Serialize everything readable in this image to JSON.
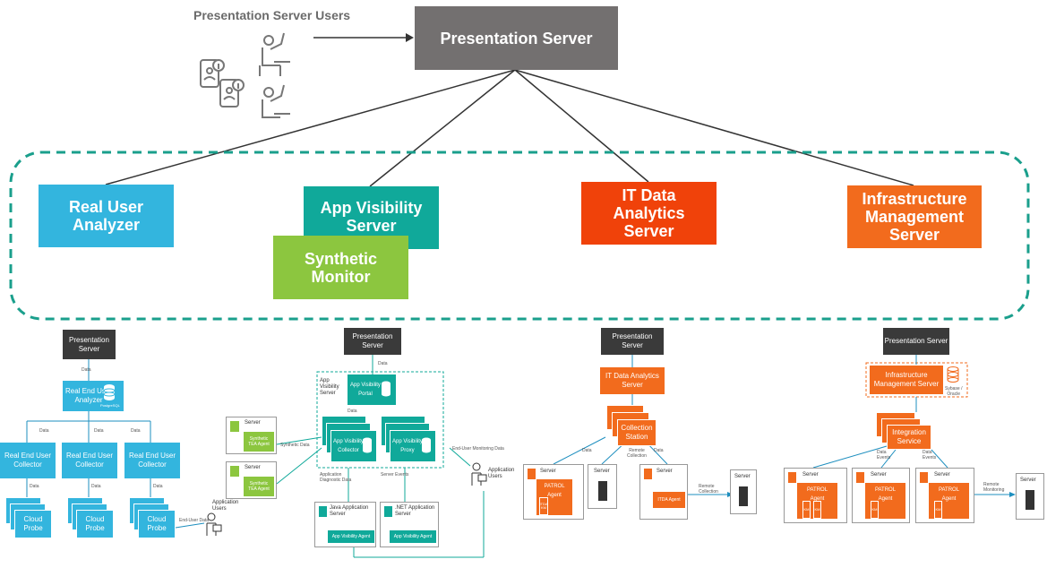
{
  "top": {
    "users_label": "Presentation Server Users",
    "presentation_server": "Presentation Server",
    "real_user_analyzer": "Real User\nAnalyzer",
    "app_visibility_server": "App Visibility\nServer",
    "synthetic_monitor": "Synthetic\nMonitor",
    "it_data_analytics_server": "IT Data\nAnalytics\nServer",
    "infrastructure_management_server": "Infrastructure\nManagement\nServer"
  },
  "colors": {
    "dark": "#3a3a3a",
    "gray": "#737070",
    "blue": "#33b5de",
    "teal": "#10a99a",
    "green": "#8cc63f",
    "orange": "#f26b1d",
    "red": "#f0420a",
    "dashed_border": "#1a9f8c"
  },
  "d1": {
    "presentation_server": "Presentation Server",
    "data": "Data",
    "analyzer": "Real End User\nAnalyzer",
    "postgresql": "PostgreSQL",
    "collector": "Real End User\nCollector",
    "cloud_probe": "Cloud Probe",
    "end_user_data": "End-User Data",
    "application_users": "Application\nUsers"
  },
  "d2": {
    "presentation_server": "Presentation Server",
    "data": "Data",
    "app_visibility_server": "App\nVisibility\nServer",
    "app_visibility_portal": "App Visibility\nPortal",
    "app_visibility_collector": "App Visibility\nCollector",
    "app_visibility_proxy": "App Visibility\nProxy",
    "server": "Server",
    "synthetic_tea_agent": "Synthetic\nTEA Agent",
    "synthetic_data": "Synthetic Data",
    "application_diagnostic_data": "Application\nDiagnostic Data",
    "server_events": "Server Events",
    "end_user_monitoring_data": "End-User Monitoring Data",
    "application_users": "Application\nUsers",
    "java_application_server": "Java Application\nServer",
    "net_application_server": ".NET Application\nServer",
    "app_visibility_agent": "App Visibility Agent"
  },
  "d3": {
    "presentation_server": "Presentation Server",
    "it_data_analytics_server": "IT Data Analytics\nServer",
    "collection_station": "Collection\nStation",
    "data": "Data",
    "remote_collection": "Remote\nCollection",
    "server": "Server",
    "patrol_agent": "PATROL\nAgent",
    "itda_km": "ITDA\nKM",
    "itda_agent": "ITDA Agent"
  },
  "d4": {
    "presentation_server": "Presentation Server",
    "infrastructure_management_server": "Infrastructure\nManagement Server",
    "sybase_oracle": "Sybase /\nOracle",
    "integration_service": "Integration\nService",
    "data_events": "Data\nEvents",
    "server": "Server",
    "patrol_agent": "PATROL\nAgent",
    "km": "KM",
    "remote_monitoring": "Remote\nMonitoring"
  }
}
